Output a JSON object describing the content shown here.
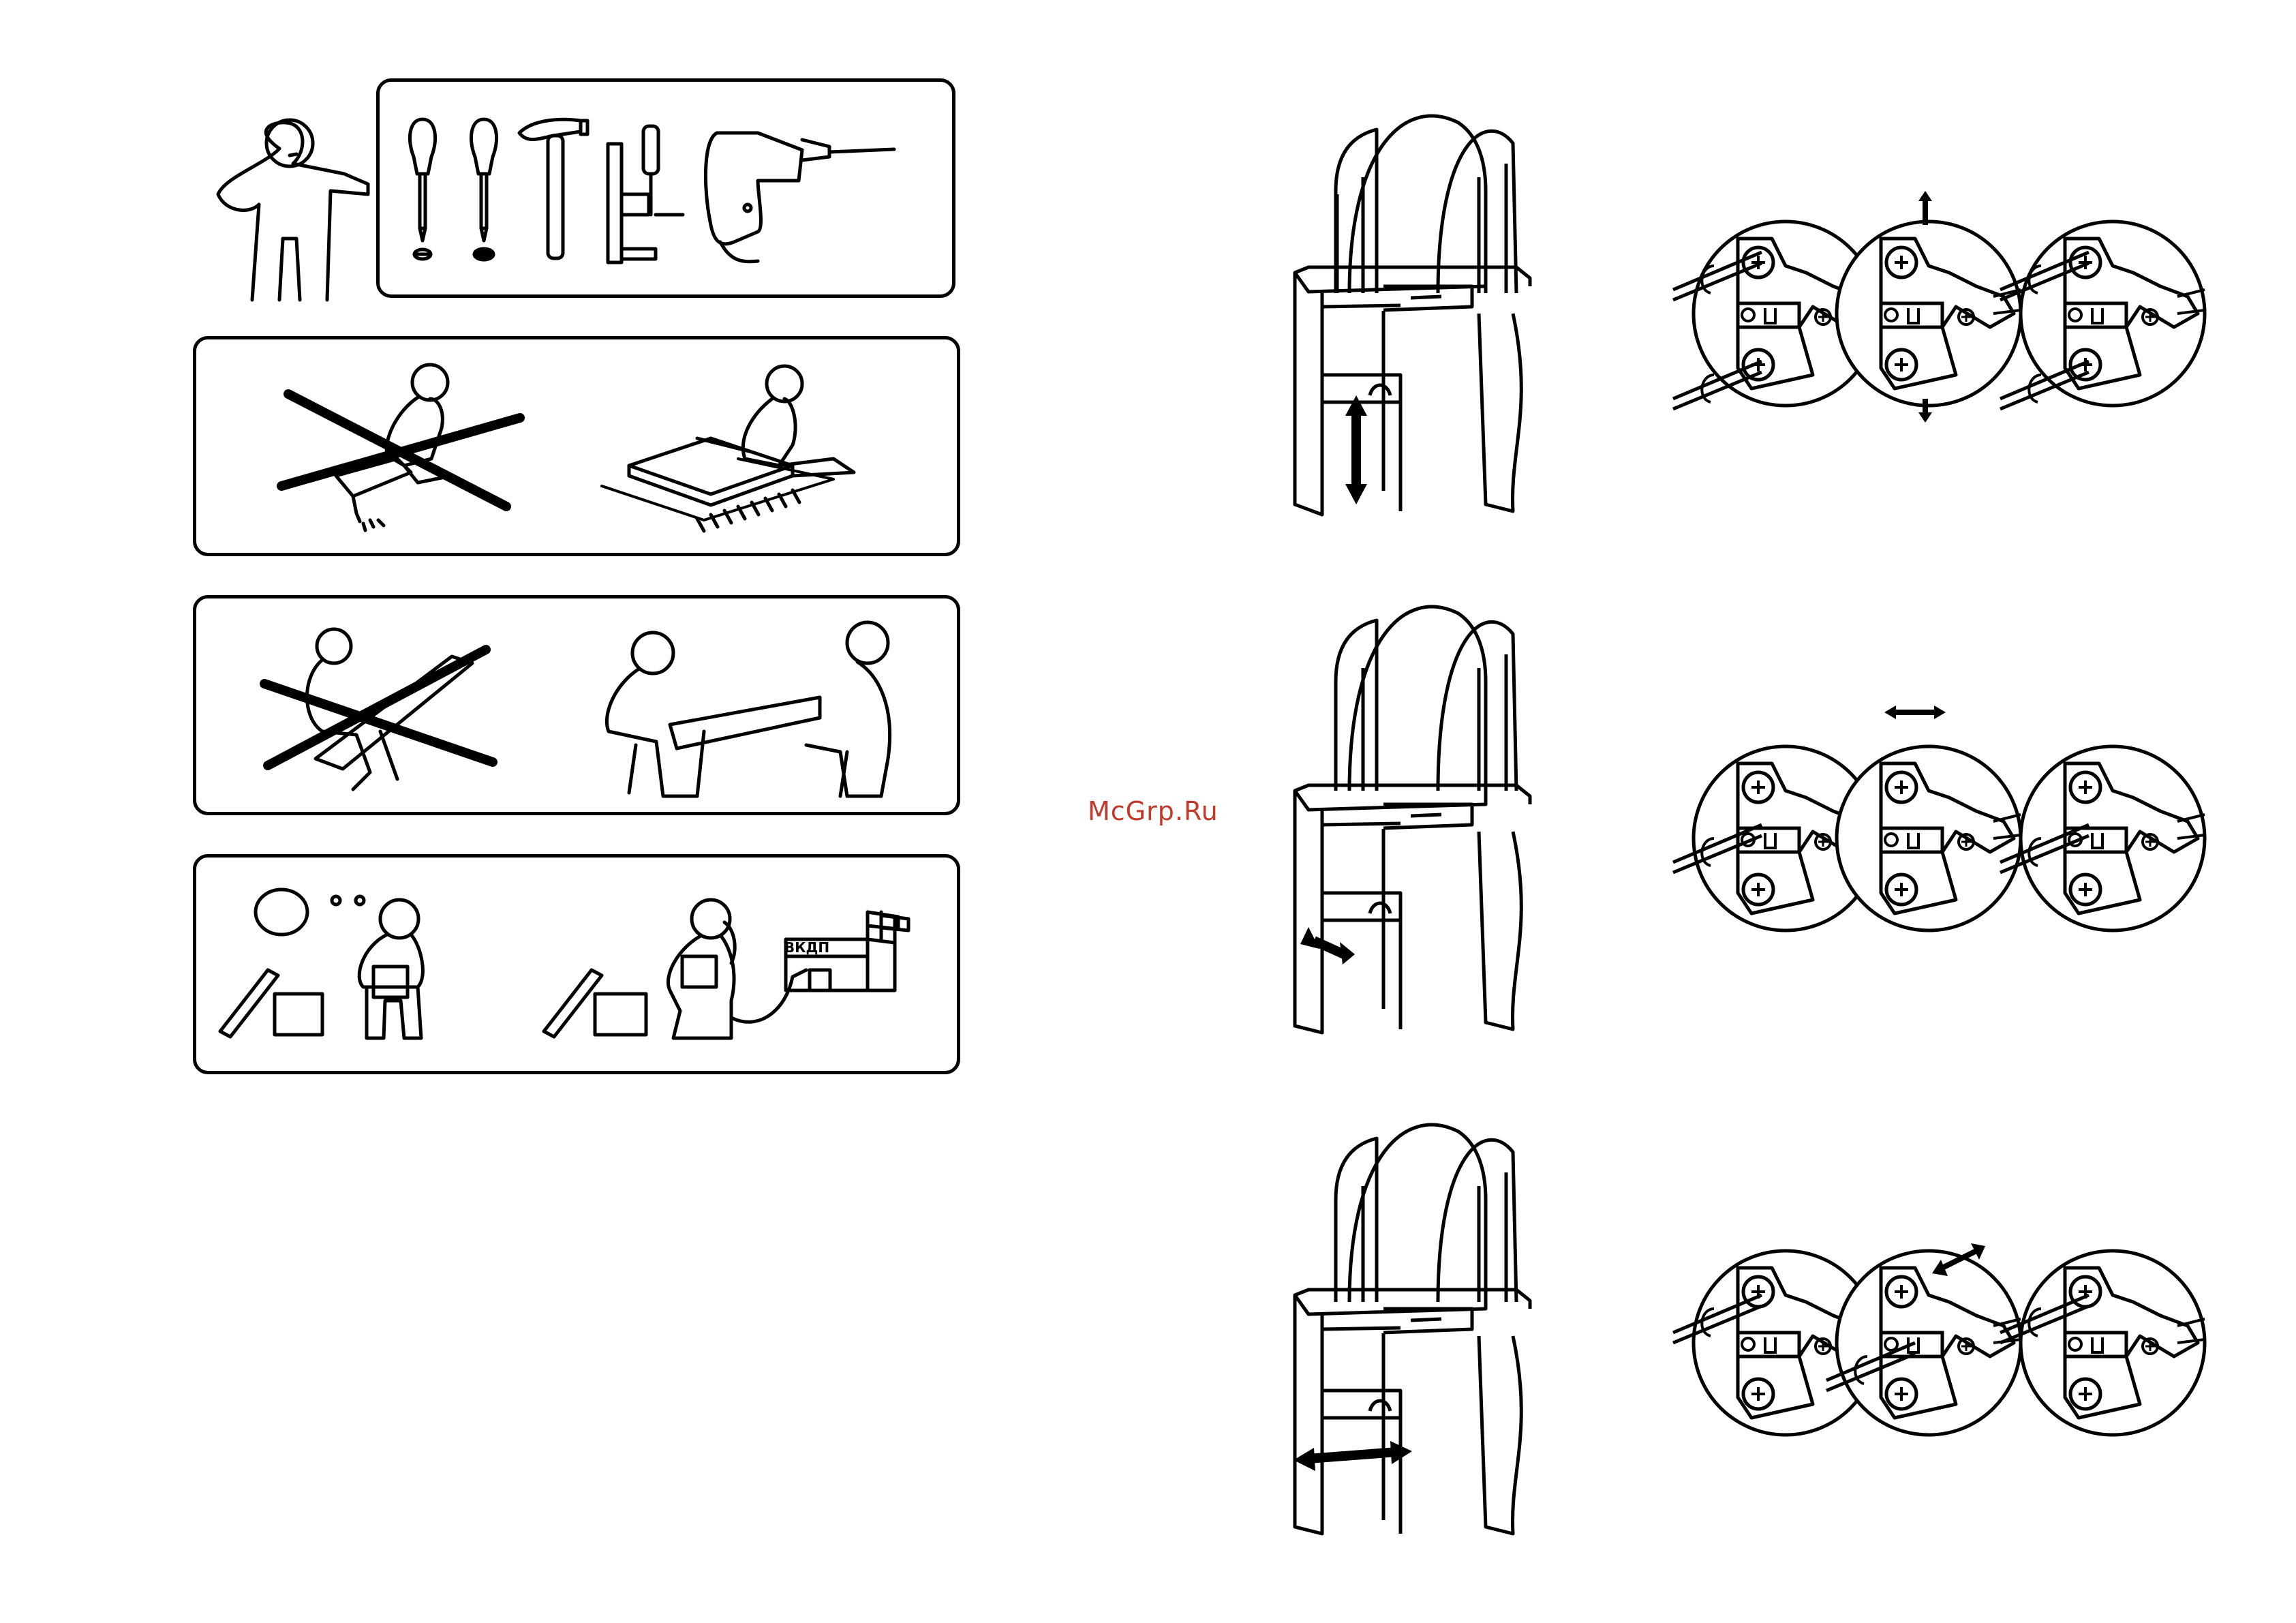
{
  "watermark": {
    "text": "McGrp.Ru",
    "color": "#c0392b"
  },
  "instructions": {
    "panels": [
      {
        "name": "tools-panel",
        "icons": [
          "person-icon",
          "flat-screwdriver-icon",
          "phillips-screwdriver-icon",
          "hammer-icon",
          "clamp-icon",
          "drill-icon"
        ]
      },
      {
        "name": "work-surface-panel",
        "icons": [
          "wrong-hard-floor-icon",
          "correct-on-rug-icon"
        ]
      },
      {
        "name": "two-person-panel",
        "icons": [
          "wrong-one-person-lift-icon",
          "correct-two-person-carry-icon"
        ]
      },
      {
        "name": "help-panel",
        "icons": [
          "question-bubble-icon",
          "person-reading-icon",
          "phone-store-icon"
        ],
        "store_sign": "ВКДП"
      }
    ],
    "adjustment_steps": [
      {
        "name": "vertical-adjust",
        "arrow": "up-down"
      },
      {
        "name": "depth-adjust",
        "arrow": "diagonal"
      },
      {
        "name": "side-adjust",
        "arrow": "left-right"
      }
    ]
  }
}
